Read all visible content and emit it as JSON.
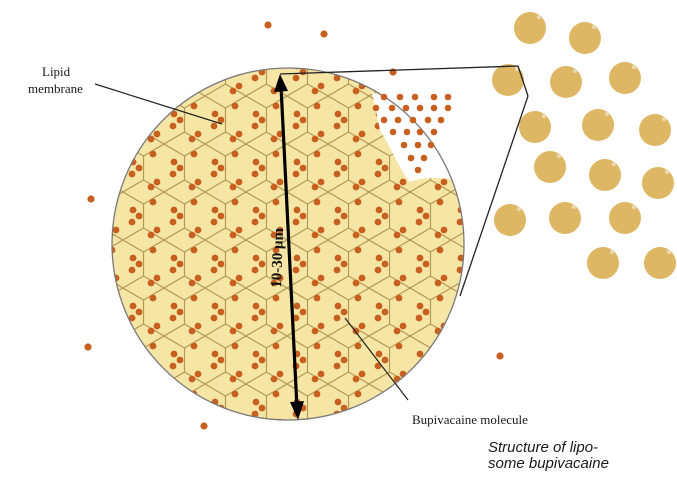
{
  "labels": {
    "membrane": [
      "Lipid",
      "membrane"
    ],
    "dimension": "10-30 μm",
    "molecule": "Bupivacaine molecule"
  },
  "caption": {
    "line1": "Structure of lipo-",
    "line2": "some bupivacaine"
  },
  "colors": {
    "liposome_fill": "#f5e6a6",
    "cell_line": "#b59a55",
    "drug_dot": "#c7601e",
    "vesicle_fill": "#ddb763",
    "outline": "#7a7a7a"
  }
}
